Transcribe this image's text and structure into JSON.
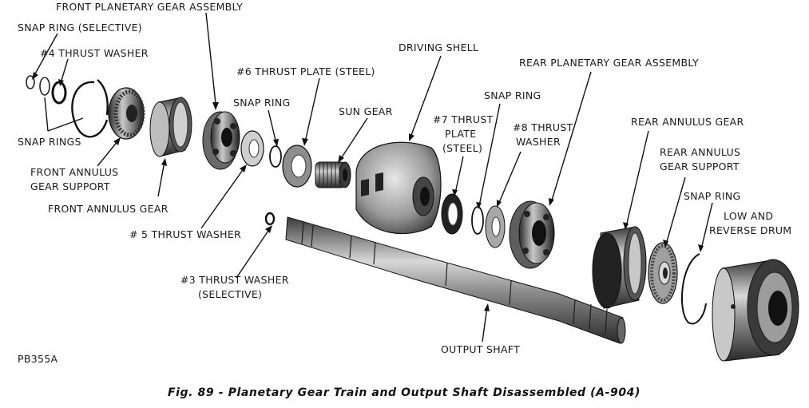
{
  "labels": {
    "front_planetary_gear_assembly": "FRONT PLANETARY GEAR ASSEMBLY",
    "snap_ring_selective": "SNAP RING (SELECTIVE)",
    "thrust_washer_4": "#4 THRUST WASHER",
    "snap_rings": "SNAP RINGS",
    "front_annulus_gear_support_1": "FRONT ANNULUS",
    "front_annulus_gear_support_2": "GEAR SUPPORT",
    "front_annulus_gear": "FRONT ANNULUS GEAR",
    "thrust_washer_5": "# 5 THRUST WASHER",
    "thrust_washer_3_1": "#3 THRUST WASHER",
    "thrust_washer_3_2": "(SELECTIVE)",
    "thrust_plate_6": "#6 THRUST PLATE (STEEL)",
    "snap_ring_1": "SNAP RING",
    "sun_gear": "SUN GEAR",
    "driving_shell": "DRIVING SHELL",
    "thrust_plate_7_1": "#7 THRUST",
    "thrust_plate_7_2": "PLATE",
    "thrust_plate_7_3": "(STEEL)",
    "snap_ring_2": "SNAP RING",
    "thrust_washer_8_1": "#8 THRUST",
    "thrust_washer_8_2": "WASHER",
    "rear_planetary_gear_assembly": "REAR PLANETARY GEAR ASSEMBLY",
    "rear_annulus_gear": "REAR ANNULUS GEAR",
    "rear_annulus_gear_support_1": "REAR ANNULUS",
    "rear_annulus_gear_support_2": "GEAR SUPPORT",
    "snap_ring_3": "SNAP RING",
    "low_reverse_drum_1": "LOW AND",
    "low_reverse_drum_2": "REVERSE DRUM",
    "output_shaft": "OUTPUT SHAFT"
  },
  "figure_id": "PB355A",
  "caption": "Fig. 89 - Planetary Gear Train and Output Shaft Disassembled (A-904)"
}
